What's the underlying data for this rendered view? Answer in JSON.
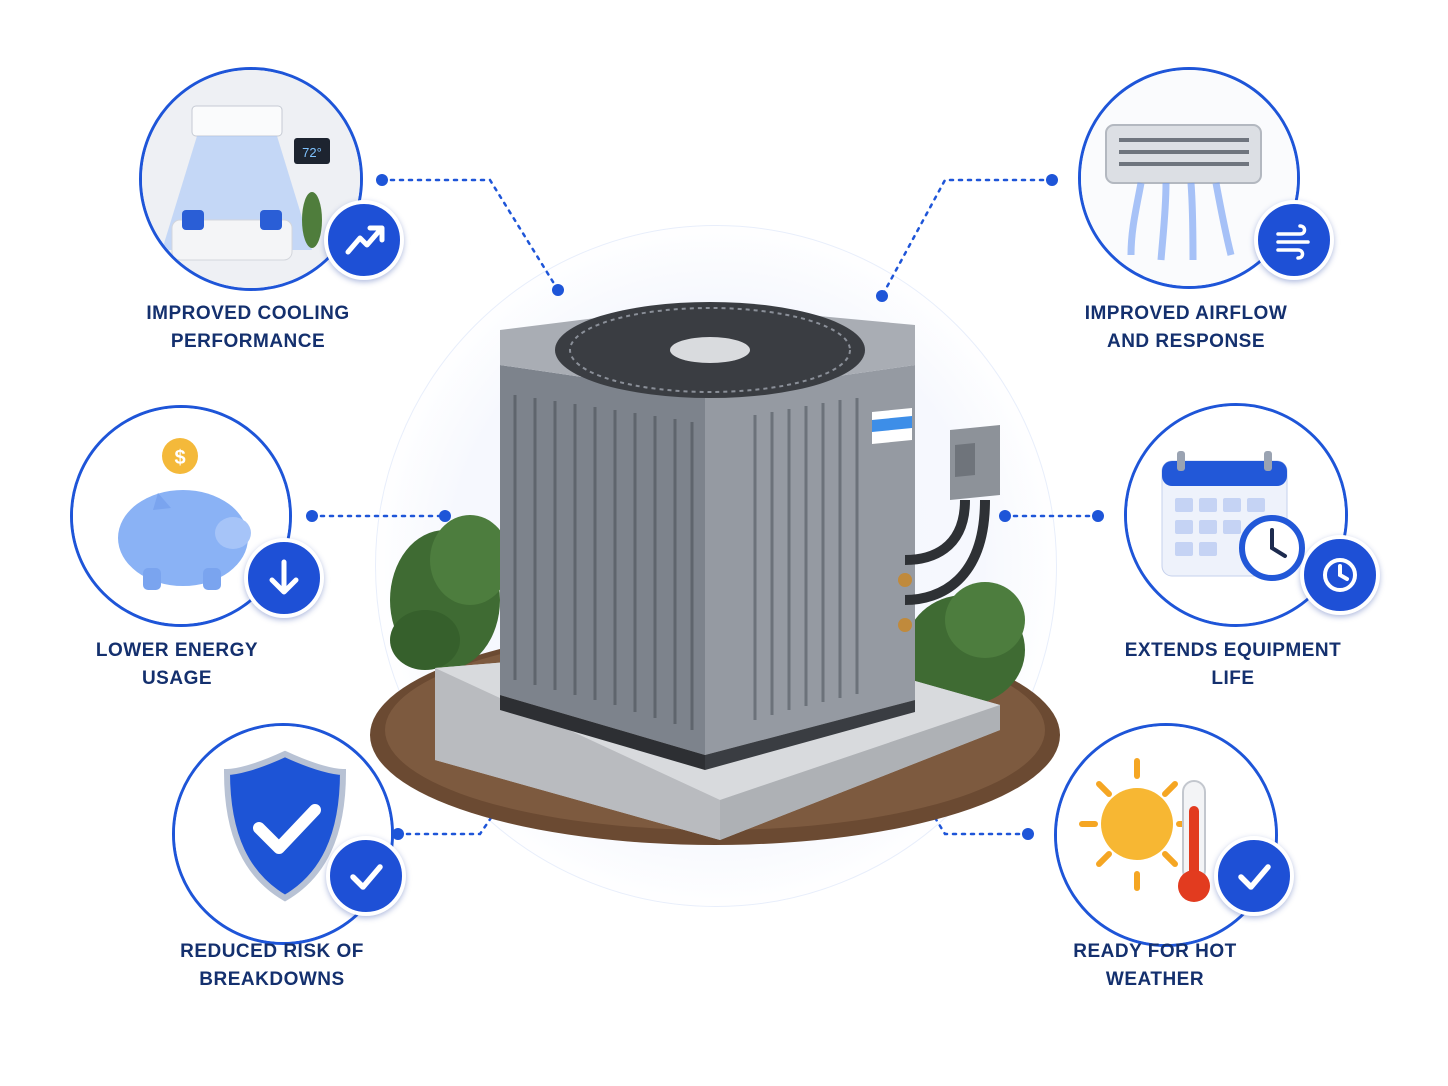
{
  "features": [
    {
      "id": "cooling",
      "line1": "IMPROVED COOLING",
      "line2": "PERFORMANCE",
      "icon": "trend-up-icon"
    },
    {
      "id": "airflow",
      "line1": "IMPROVED AIRFLOW",
      "line2": "AND RESPONSE",
      "icon": "wind-icon"
    },
    {
      "id": "energy",
      "line1": "LOWER ENERGY",
      "line2": "USAGE",
      "icon": "arrow-down-icon"
    },
    {
      "id": "life",
      "line1": "EXTENDS EQUIPMENT",
      "line2": "LIFE",
      "icon": "clock-icon"
    },
    {
      "id": "risk",
      "line1": "REDUCED RISK OF",
      "line2": "BREAKDOWNS",
      "icon": "checkmark-icon"
    },
    {
      "id": "weather",
      "line1": "READY FOR HOT",
      "line2": "WEATHER",
      "icon": "checkmark-icon"
    }
  ],
  "scene": {
    "thermostat_reading": "72°",
    "coin_symbol": "$"
  },
  "colors": {
    "accent": "#1e55d8",
    "label_text": "#14306e",
    "unit_body": "#8a8f98"
  }
}
